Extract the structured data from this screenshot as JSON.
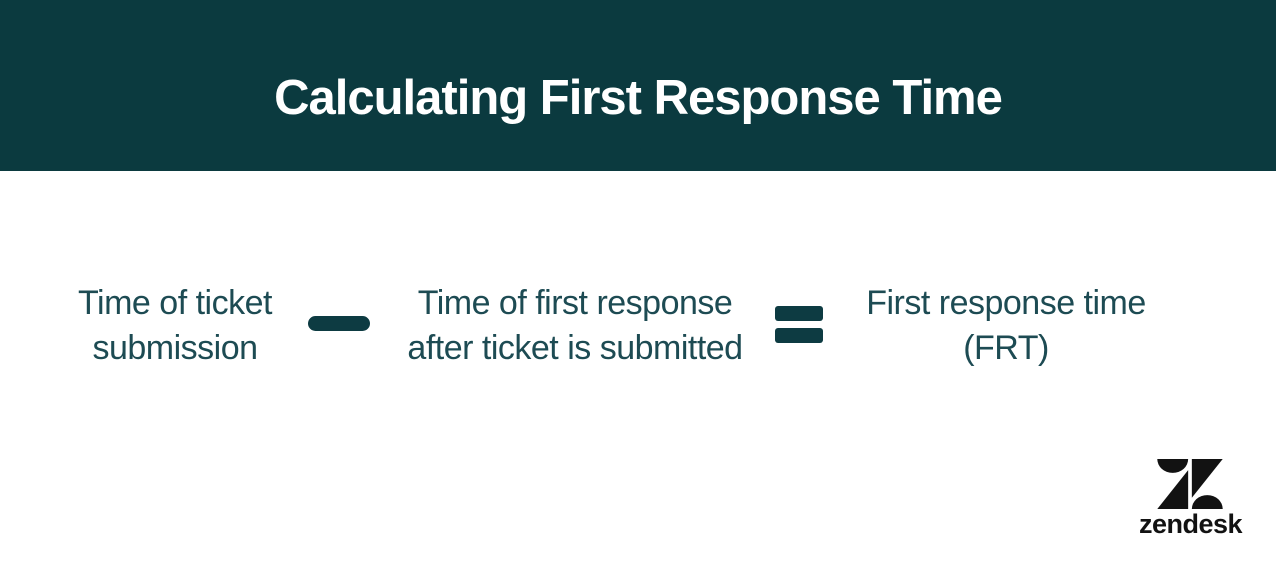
{
  "header": {
    "title": "Calculating First Response Time",
    "bg_color": "#0b3a3f",
    "text_color": "#ffffff"
  },
  "formula": {
    "operand1": {
      "line1": "Time of ticket",
      "line2": "submission"
    },
    "minus_operator": "minus-sign",
    "operand2": {
      "line1": "Time of first response",
      "line2": "after ticket is submitted"
    },
    "equals_operator": "equals-sign",
    "result": {
      "line1": "First response time",
      "line2": "(FRT)"
    },
    "text_color": "#1d4b53",
    "symbol_color": "#0d3b42"
  },
  "branding": {
    "wordmark": "zendesk",
    "logo_color": "#121212"
  }
}
